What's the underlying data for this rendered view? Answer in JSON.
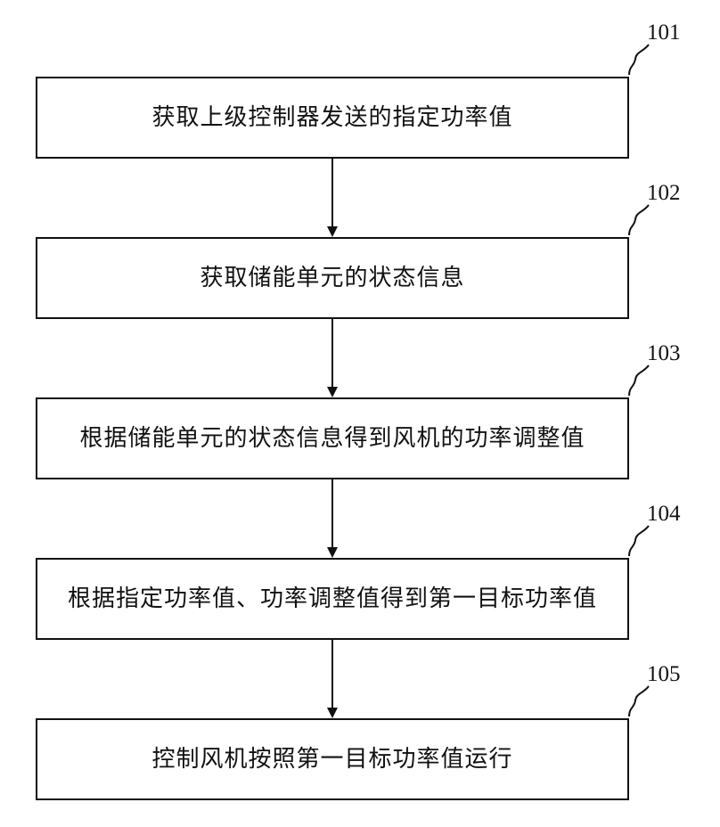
{
  "steps": [
    {
      "id": "101",
      "text": "获取上级控制器发送的指定功率值"
    },
    {
      "id": "102",
      "text": "获取储能单元的状态信息"
    },
    {
      "id": "103",
      "text": "根据储能单元的状态信息得到风机的功率调整值"
    },
    {
      "id": "104",
      "text": "根据指定功率值、功率调整值得到第一目标功率值"
    },
    {
      "id": "105",
      "text": "控制风机按照第一目标功率值运行"
    }
  ]
}
